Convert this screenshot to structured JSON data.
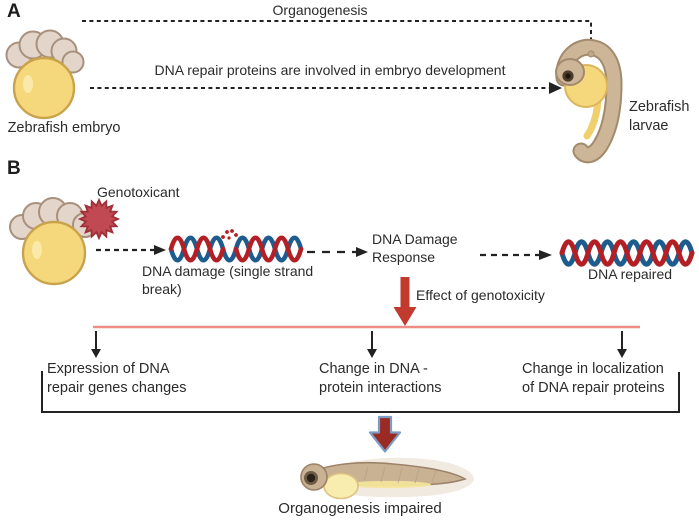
{
  "figure": {
    "panel_a": {
      "label": "A",
      "embryo_label": "Zebrafish embryo",
      "larvae_label": "Zebrafish\nlarvae",
      "arrow_top_label": "Organogenesis",
      "arrow_mid_label": "DNA repair proteins are involved in embryo development"
    },
    "panel_b": {
      "label": "B",
      "genotoxicant_label": "Genotoxicant",
      "dna_damage_label": "DNA damage (single strand\nbreak)",
      "ddr_label": "DNA Damage\nResponse",
      "dna_repaired_label": "DNA repaired",
      "effect_label": "Effect of genotoxicity",
      "outcome_1": "Expression of DNA\nrepair genes changes",
      "outcome_2": "Change in DNA -\nprotein interactions",
      "outcome_3": "Change in localization\nof DNA repair proteins",
      "result_label": "Organogenesis impaired"
    },
    "colors": {
      "text": "#2b2b2b",
      "helix_red": "#b22026",
      "helix_blue": "#1e5c8e",
      "effect_arrow_red": "#c23a2d",
      "branch_line_pink": "#ee8e87",
      "impact_arrow_fill": "#9c2a24",
      "impact_arrow_outline": "#7b9cc4",
      "yolk_yellow": "#f6d87c",
      "cell_beige": "#e3d5ca",
      "genotoxicant_red": "#c14953",
      "larva_body_tan": "#cdb697"
    }
  }
}
